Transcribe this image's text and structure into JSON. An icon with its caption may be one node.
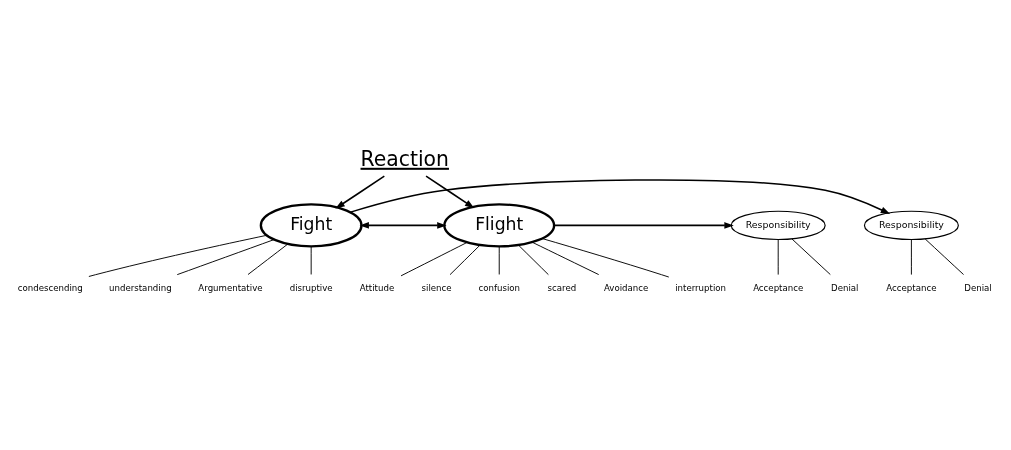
{
  "diagram": {
    "nodes": [
      {
        "text": [
          "Reaction"
        ]
      },
      {
        "text": [
          "Responsibility"
        ]
      },
      {
        "text": [
          "Fight"
        ]
      },
      {
        "text": [
          "Flight"
        ]
      },
      {
        "text": [
          "Responsibility"
        ]
      },
      {
        "text": [
          "Acceptance"
        ]
      },
      {
        "text": [
          "Denial"
        ]
      },
      {
        "text": [
          "Argumentative"
        ]
      },
      {
        "text": [
          "disruptive"
        ]
      },
      {
        "text": [
          "condescending"
        ]
      },
      {
        "text": [
          "understanding"
        ]
      },
      {
        "text": [
          "Avoidance"
        ]
      },
      {
        "text": [
          "interruption"
        ]
      },
      {
        "text": [
          "Attitude"
        ]
      },
      {
        "text": [
          "silence"
        ]
      },
      {
        "text": [
          "confusion"
        ]
      },
      {
        "text": [
          "scared"
        ]
      },
      {
        "text": [
          "Acceptance"
        ]
      },
      {
        "text": [
          "Denial"
        ]
      }
    ],
    "edges": [
      {
        "from": 0,
        "to": 2,
        "arrow": "to"
      },
      {
        "from": 0,
        "to": 3,
        "arrow": "to"
      },
      {
        "from": 2,
        "to": 1,
        "arrow": "to"
      },
      {
        "from": 2,
        "to": 3,
        "arrow": "both"
      },
      {
        "from": 3,
        "to": 4,
        "arrow": "to"
      },
      {
        "from": 1,
        "to": 5,
        "arrow": "none"
      },
      {
        "from": 1,
        "to": 6,
        "arrow": "none"
      },
      {
        "from": 2,
        "to": 7,
        "arrow": "none"
      },
      {
        "from": 2,
        "to": 8,
        "arrow": "none"
      },
      {
        "from": 2,
        "to": 9,
        "arrow": "none"
      },
      {
        "from": 2,
        "to": 10,
        "arrow": "none"
      },
      {
        "from": 3,
        "to": 11,
        "arrow": "none"
      },
      {
        "from": 3,
        "to": 12,
        "arrow": "none"
      },
      {
        "from": 3,
        "to": 13,
        "arrow": "none"
      },
      {
        "from": 3,
        "to": 14,
        "arrow": "none"
      },
      {
        "from": 3,
        "to": 15,
        "arrow": "none"
      },
      {
        "from": 3,
        "to": 16,
        "arrow": "none"
      },
      {
        "from": 4,
        "to": 17,
        "arrow": "none"
      },
      {
        "from": 4,
        "to": 18,
        "arrow": "none"
      }
    ]
  }
}
